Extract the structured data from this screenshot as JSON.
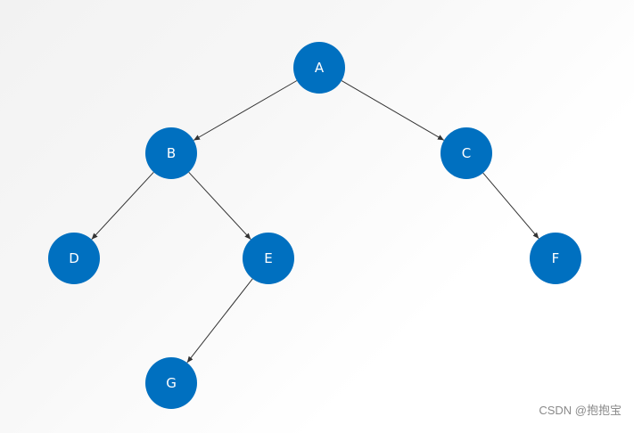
{
  "diagram": {
    "node_color": "#0070c0",
    "edge_color": "#333333",
    "nodes": [
      {
        "id": "A",
        "label": "A"
      },
      {
        "id": "B",
        "label": "B"
      },
      {
        "id": "C",
        "label": "C"
      },
      {
        "id": "D",
        "label": "D"
      },
      {
        "id": "E",
        "label": "E"
      },
      {
        "id": "F",
        "label": "F"
      },
      {
        "id": "G",
        "label": "G"
      }
    ],
    "edges": [
      {
        "from": "A",
        "to": "B"
      },
      {
        "from": "A",
        "to": "C"
      },
      {
        "from": "B",
        "to": "D"
      },
      {
        "from": "B",
        "to": "E"
      },
      {
        "from": "C",
        "to": "F"
      },
      {
        "from": "E",
        "to": "G"
      }
    ]
  },
  "watermark": {
    "text": "CSDN @抱抱宝"
  }
}
